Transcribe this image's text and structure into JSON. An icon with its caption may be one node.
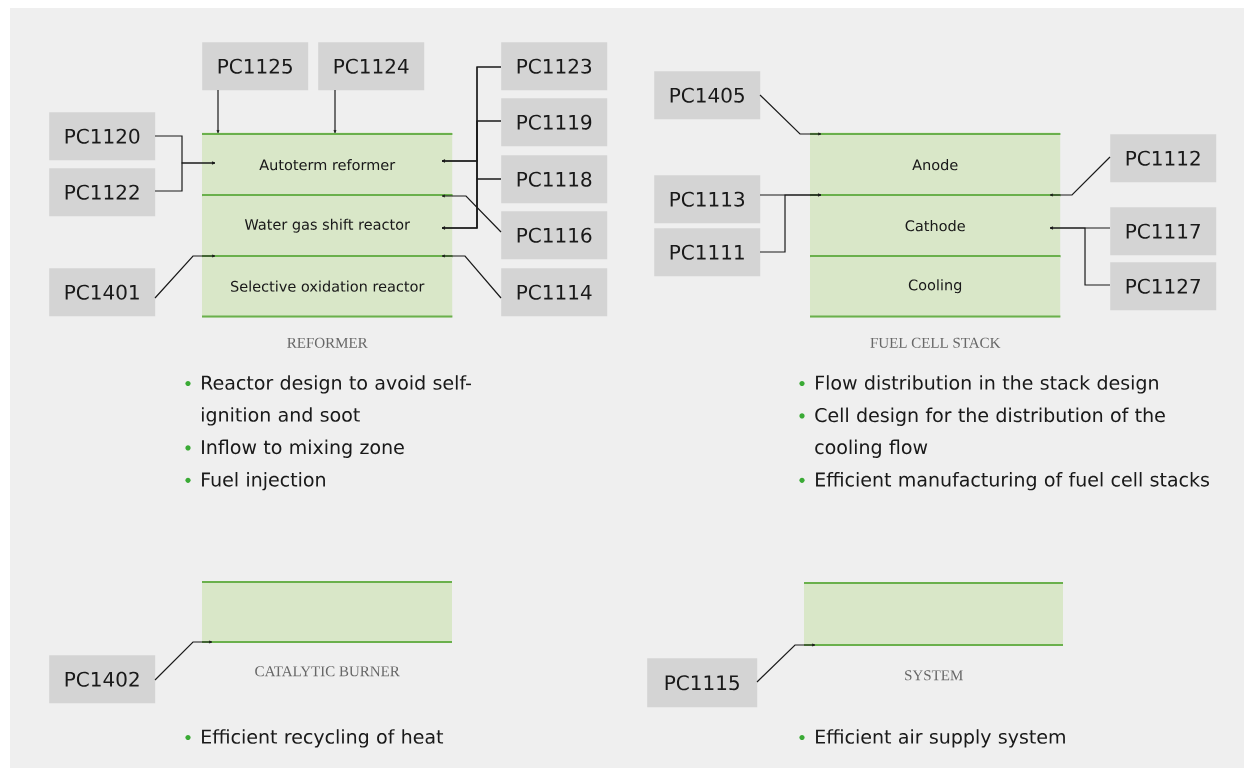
{
  "diagram": {
    "nodes": [
      {
        "text": [
          "REFORMER"
        ]
      },
      {
        "text": [
          "Autoterm reformer"
        ],
        "in": 0
      },
      {
        "text": [
          "Water gas shift reactor"
        ],
        "in": 0
      },
      {
        "text": [
          "Selective oxidation reactor"
        ],
        "in": 0
      },
      {
        "text": [
          "PC1125"
        ]
      },
      {
        "text": [
          "PC1124"
        ]
      },
      {
        "text": [
          "PC1123"
        ]
      },
      {
        "text": [
          "PC1120"
        ]
      },
      {
        "text": [
          "PC1119"
        ]
      },
      {
        "text": [
          "PC1118"
        ]
      },
      {
        "text": [
          "PC1122"
        ]
      },
      {
        "text": [
          "PC1116"
        ]
      },
      {
        "text": [
          "PC1401"
        ]
      },
      {
        "text": [
          "PC1114"
        ]
      },
      {
        "text": [
          "FUEL CELL STACK"
        ]
      },
      {
        "text": [
          "Anode"
        ],
        "in": 14
      },
      {
        "text": [
          "Cathode"
        ],
        "in": 14
      },
      {
        "text": [
          "Cooling"
        ],
        "in": 14
      },
      {
        "text": [
          "PC1405"
        ]
      },
      {
        "text": [
          "PC1112"
        ]
      },
      {
        "text": [
          "PC1113"
        ]
      },
      {
        "text": [
          "PC1117"
        ]
      },
      {
        "text": [
          "PC1111"
        ]
      },
      {
        "text": [
          "PC1127"
        ]
      },
      {
        "text": [
          "CATALYTIC BURNER"
        ]
      },
      {
        "text": [
          "PC1402"
        ]
      },
      {
        "text": [
          "SYSTEM"
        ]
      },
      {
        "text": [
          "PC1115"
        ]
      }
    ],
    "edges": [
      {
        "from": 4,
        "to": 1,
        "arrow": "to"
      },
      {
        "from": 5,
        "to": 1,
        "arrow": "to"
      },
      {
        "from": 7,
        "to": 1,
        "arrow": "to"
      },
      {
        "from": 10,
        "to": 1,
        "arrow": "to"
      },
      {
        "from": 6,
        "to": 1,
        "arrow": "to"
      },
      {
        "from": 8,
        "to": 1,
        "arrow": "to"
      },
      {
        "from": 9,
        "to": 1,
        "arrow": "to"
      },
      {
        "from": 6,
        "to": 2,
        "arrow": "to"
      },
      {
        "from": 8,
        "to": 2,
        "arrow": "to"
      },
      {
        "from": 9,
        "to": 2,
        "arrow": "to"
      },
      {
        "from": 11,
        "to": 2,
        "arrow": "to"
      },
      {
        "from": 12,
        "to": 3,
        "arrow": "to"
      },
      {
        "from": 13,
        "to": 3,
        "arrow": "to"
      },
      {
        "from": 18,
        "to": 15,
        "arrow": "to"
      },
      {
        "from": 20,
        "to": 16,
        "arrow": "to"
      },
      {
        "from": 22,
        "to": 16,
        "arrow": "to"
      },
      {
        "from": 19,
        "to": 16,
        "arrow": "to"
      },
      {
        "from": 21,
        "to": 16,
        "arrow": "to"
      },
      {
        "from": 23,
        "to": 16,
        "arrow": "to"
      },
      {
        "from": 25,
        "to": 24,
        "arrow": "to"
      },
      {
        "from": 27,
        "to": 26,
        "arrow": "to"
      }
    ],
    "labels": [
      "Reactor design to avoid self-ignition and soot",
      "Inflow to mixing zone",
      "Fuel injection",
      "Flow distribution in the stack design",
      "Cell design for the distribution of the cooling flow",
      "Efficient manufacturing of fuel cell stacks",
      "Efficient recycling of heat",
      "Efficient air supply system"
    ]
  }
}
